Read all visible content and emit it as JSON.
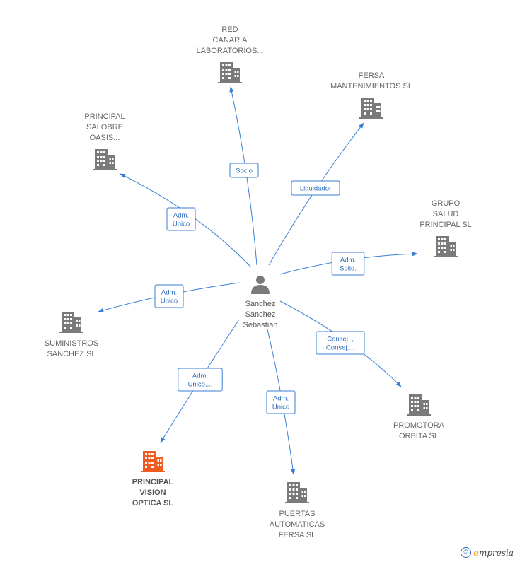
{
  "center": {
    "name_lines": [
      "Sanchez",
      "Sanchez",
      "Sebastian"
    ]
  },
  "companies": [
    {
      "id": "red-canaria",
      "lines": [
        "RED",
        "CANARIA",
        "LABORATORIOS..."
      ],
      "highlight": false
    },
    {
      "id": "fersa-mantenimientos",
      "lines": [
        "FERSA",
        "MANTENIMIENTOS SL"
      ],
      "highlight": false
    },
    {
      "id": "principal-salobre",
      "lines": [
        "PRINCIPAL",
        "SALOBRE",
        "OASIS..."
      ],
      "highlight": false
    },
    {
      "id": "grupo-salud",
      "lines": [
        "GRUPO",
        "SALUD",
        "PRINCIPAL  SL"
      ],
      "highlight": false
    },
    {
      "id": "suministros-sanchez",
      "lines": [
        "SUMINISTROS",
        "SANCHEZ  SL"
      ],
      "highlight": false
    },
    {
      "id": "promotora-orbita",
      "lines": [
        "PROMOTORA",
        "ORBITA SL"
      ],
      "highlight": false
    },
    {
      "id": "principal-vision",
      "lines": [
        "PRINCIPAL",
        "VISION",
        "OPTICA  SL"
      ],
      "highlight": true
    },
    {
      "id": "puertas-automaticas",
      "lines": [
        "PUERTAS",
        "AUTOMATICAS",
        "FERSA  SL"
      ],
      "highlight": false
    }
  ],
  "relations": [
    {
      "target": "red-canaria",
      "lines": [
        "Socio"
      ]
    },
    {
      "target": "fersa-mantenimientos",
      "lines": [
        "Liquidador"
      ]
    },
    {
      "target": "principal-salobre",
      "lines": [
        "Adm.",
        "Unico"
      ]
    },
    {
      "target": "grupo-salud",
      "lines": [
        "Adm.",
        "Solid."
      ]
    },
    {
      "target": "suministros-sanchez",
      "lines": [
        "Adm.",
        "Unico"
      ]
    },
    {
      "target": "promotora-orbita",
      "lines": [
        "Consej. ,",
        "Consej...."
      ]
    },
    {
      "target": "principal-vision",
      "lines": [
        "Adm.",
        "Unico,..."
      ]
    },
    {
      "target": "puertas-automaticas",
      "lines": [
        "Adm.",
        "Unico"
      ]
    }
  ],
  "colors": {
    "edge": "#3a7fd5",
    "building": "#7a7a7a",
    "building_highlight": "#f05a23",
    "person": "#7a7a7a"
  },
  "footer": {
    "copyright_symbol": "©",
    "brand_initial": "e",
    "brand_rest": "mpresia"
  }
}
